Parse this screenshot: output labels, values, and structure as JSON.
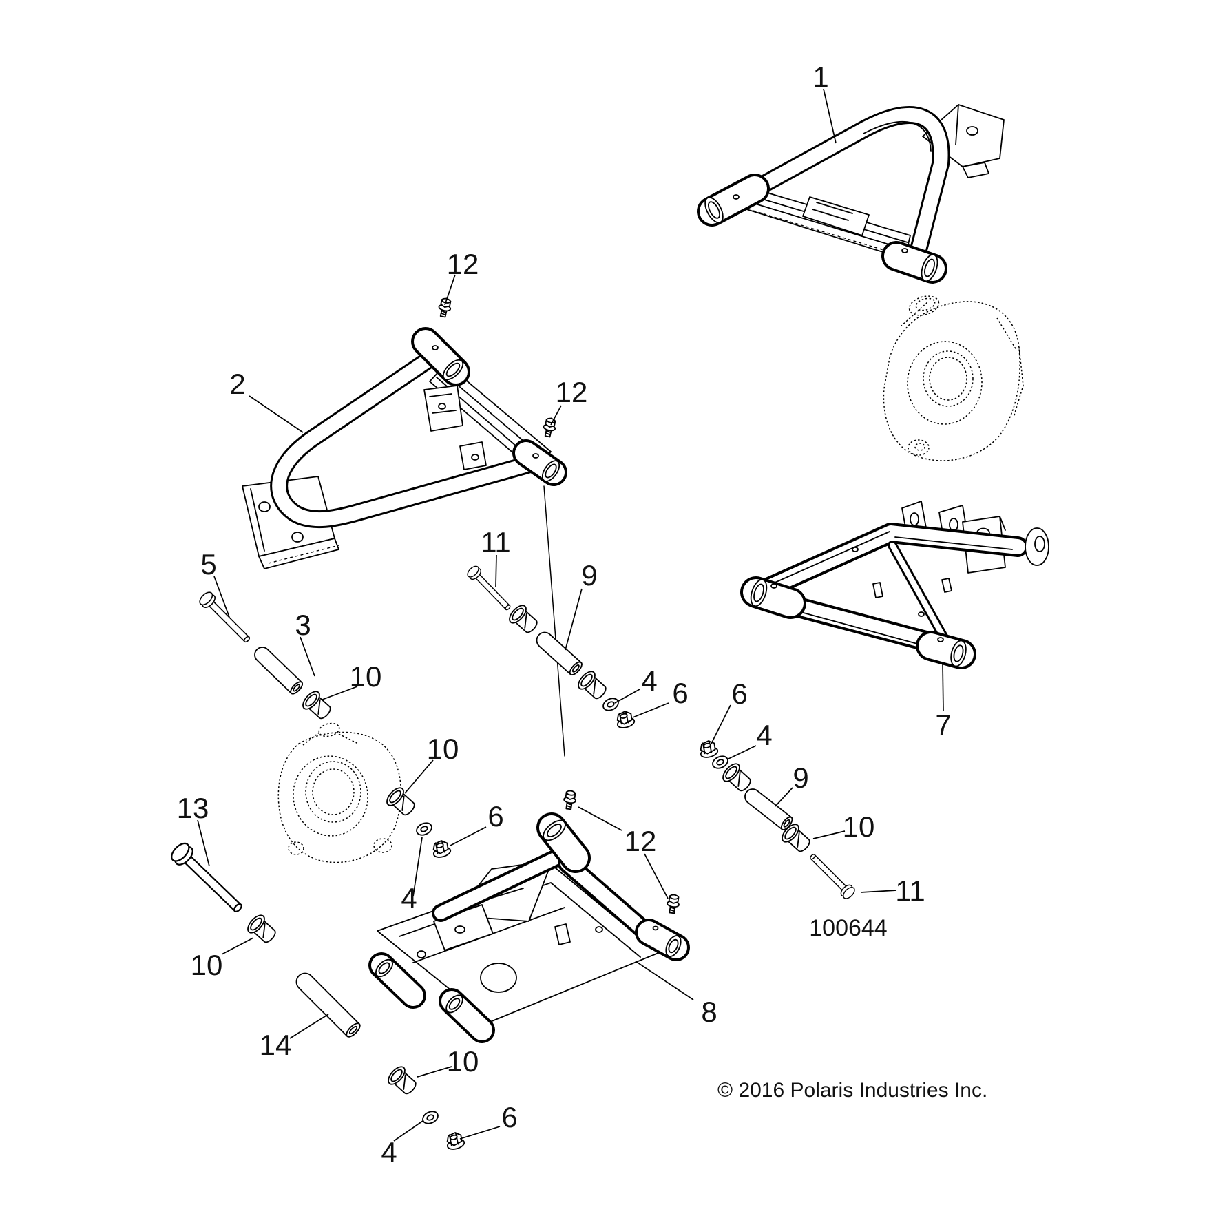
{
  "diagram": {
    "drawing_number": "100644",
    "copyright": "© 2016 Polaris Industries Inc.",
    "colors": {
      "background": "#ffffff",
      "line": "#000000",
      "text": "#111111"
    },
    "parts_shown": {
      "upper_control_arm_right": "1",
      "upper_control_arm_left": "2",
      "lower_control_arm_right": "7",
      "lower_control_arm_left": "8"
    },
    "callouts": [
      "1",
      "12",
      "2",
      "12",
      "5",
      "11",
      "3",
      "9",
      "10",
      "4",
      "6",
      "6",
      "4",
      "9",
      "7",
      "10",
      "11",
      "13",
      "10",
      "6",
      "4",
      "12",
      "10",
      "14",
      "8",
      "10",
      "4",
      "6"
    ]
  }
}
